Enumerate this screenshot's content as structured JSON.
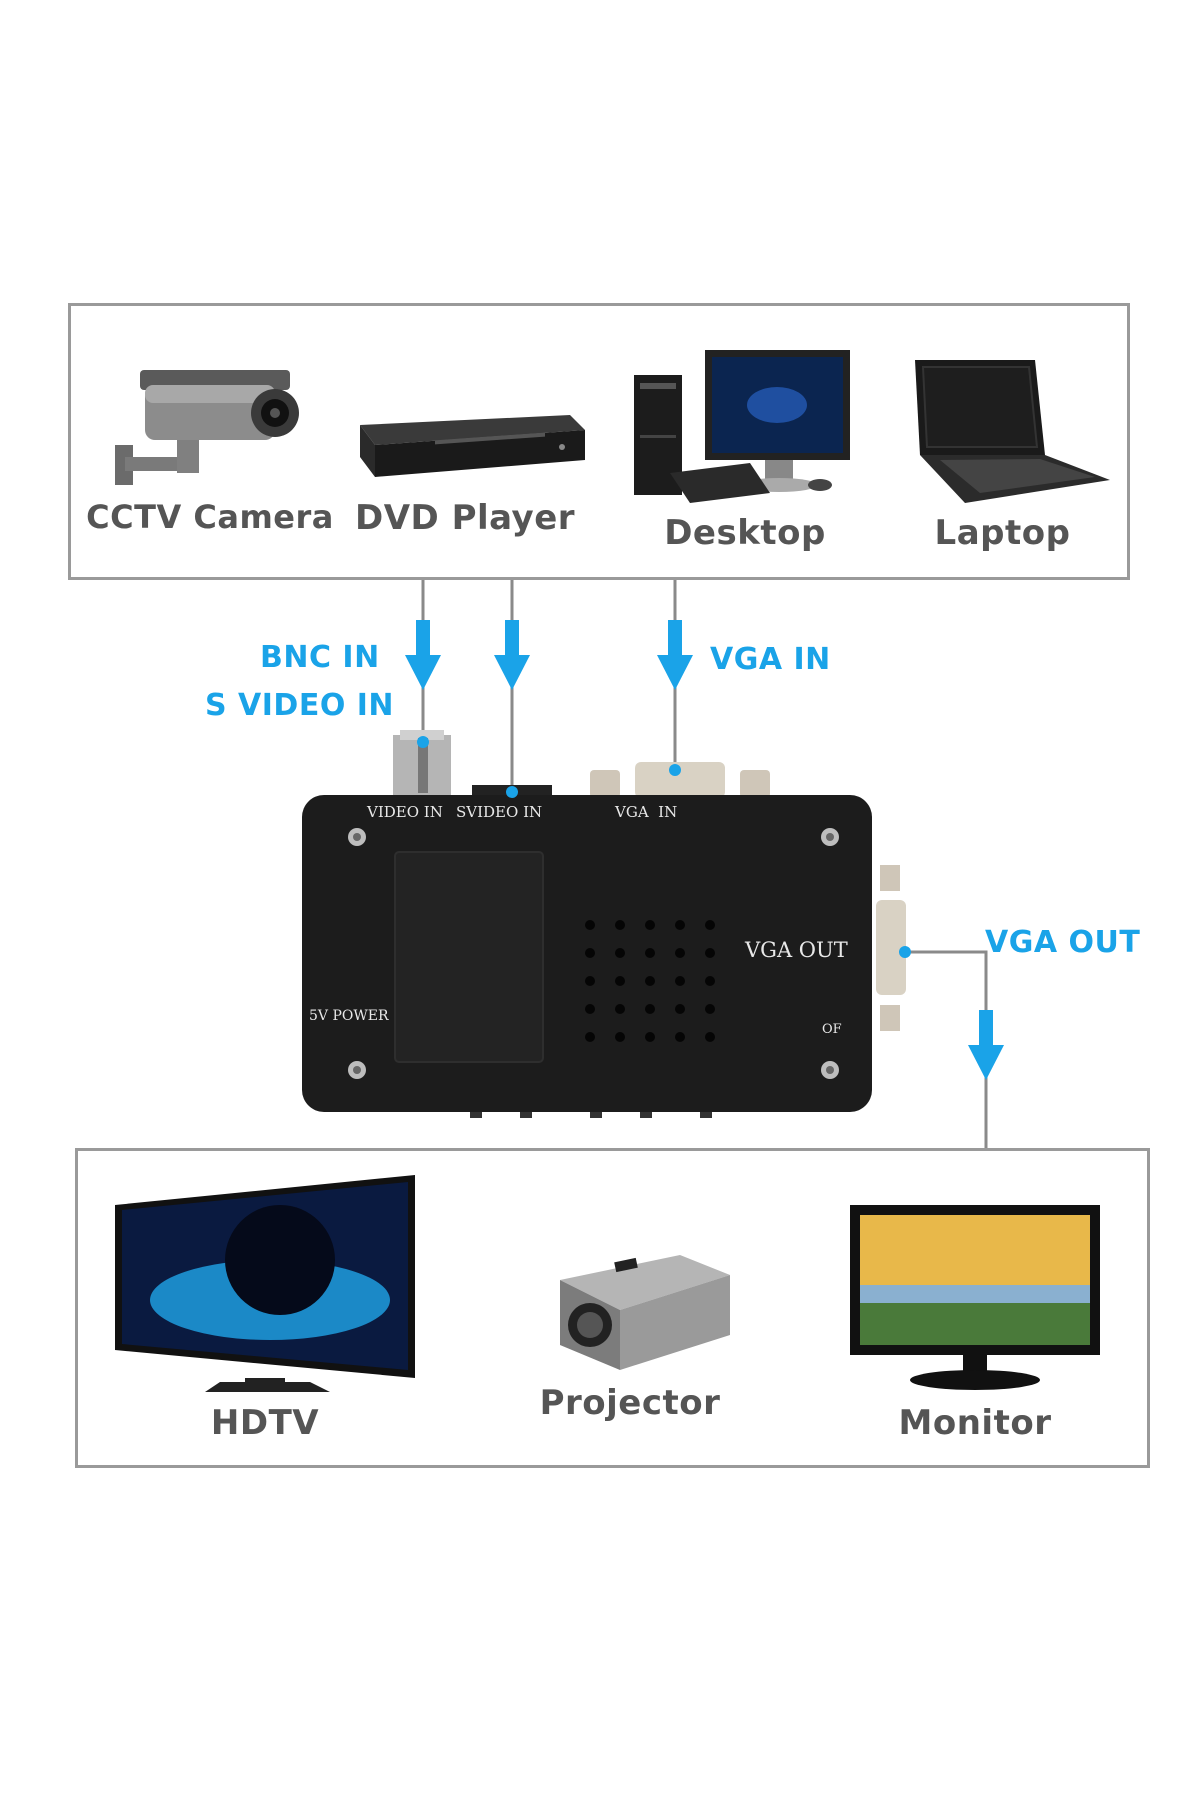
{
  "sources": [
    {
      "label": "CCTV Camera",
      "icon": "cctv-camera-icon"
    },
    {
      "label": "DVD Player",
      "icon": "dvd-player-icon"
    },
    {
      "label": "Desktop",
      "icon": "desktop-computer-icon"
    },
    {
      "label": "Laptop",
      "icon": "laptop-icon"
    }
  ],
  "outputs": [
    {
      "label": "HDTV",
      "icon": "hdtv-icon"
    },
    {
      "label": "Projector",
      "icon": "projector-icon"
    },
    {
      "label": "Monitor",
      "icon": "monitor-icon"
    }
  ],
  "flow_labels": {
    "bnc_in": "BNC IN",
    "s_video_in": "S VIDEO IN",
    "vga_in": "VGA IN",
    "vga_out": "VGA OUT"
  },
  "converter": {
    "video_in": "VIDEO IN",
    "svideo_in": "SVIDEO IN",
    "vga_in": "VGA  IN",
    "vga_out": "VGA OUT",
    "power": "5V POWER",
    "of": "OF"
  },
  "colors": {
    "accent_blue": "#1aa3e8",
    "panel_border": "#9a9a9a",
    "device_body": "#1c1c1c",
    "label_gray": "#555555"
  }
}
